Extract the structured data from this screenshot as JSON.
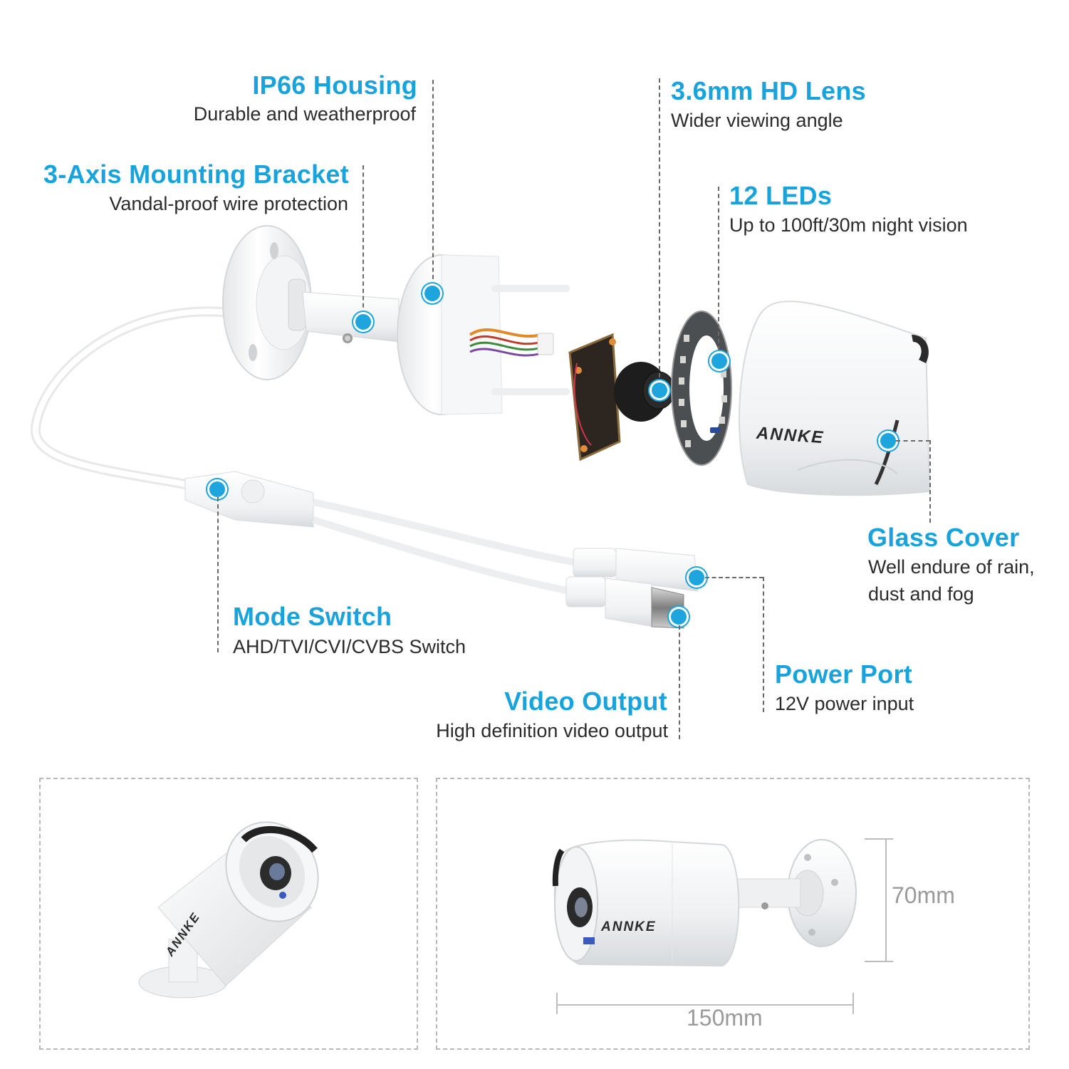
{
  "colors": {
    "accent": "#19a3dc",
    "text": "#2b2b2b",
    "dimension_text": "#9a9a9a",
    "leader_line": "#6a6a6a",
    "panel_border": "#b8b8b8"
  },
  "callouts": {
    "housing": {
      "title": "IP66  Housing",
      "desc": "Durable and weatherproof"
    },
    "bracket": {
      "title": "3-Axis Mounting Bracket",
      "desc": "Vandal-proof wire protection"
    },
    "lens": {
      "title": "3.6mm HD Lens",
      "desc": "Wider viewing angle"
    },
    "leds": {
      "title": "12 LEDs",
      "desc": "Up to 100ft/30m night vision"
    },
    "glass": {
      "title": "Glass Cover",
      "desc_line1": "Well endure of rain,",
      "desc_line2": "dust and fog"
    },
    "mode": {
      "title": "Mode Switch",
      "desc": "AHD/TVI/CVI/CVBS Switch"
    },
    "video": {
      "title": "Video Output",
      "desc": "High definition video output"
    },
    "power": {
      "title": "Power Port",
      "desc": "12V power input"
    }
  },
  "product": {
    "brand": "ANNKE"
  },
  "dimensions": {
    "height": "70mm",
    "length": "150mm"
  },
  "icons": {
    "hotspot": "hotspot-marker-icon"
  }
}
